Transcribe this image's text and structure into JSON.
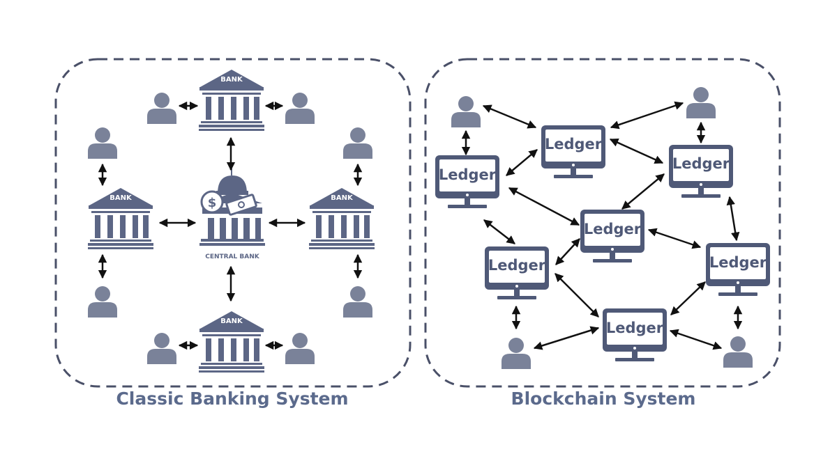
{
  "labels": {
    "bank": "BANK",
    "central_bank": "CENTRAL BANK",
    "ledger": "Ledger"
  },
  "captions": {
    "classic": "Classic Banking System",
    "blockchain": "Blockchain System"
  },
  "colors": {
    "icon": "#5c6685",
    "person": "#7a8299",
    "border": "#4a5068",
    "arrow": "#111111",
    "caption": "#5b6a8c"
  }
}
